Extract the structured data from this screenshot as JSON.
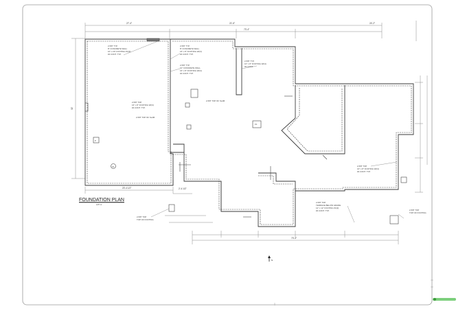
{
  "drawing": {
    "title": "FOUNDATION PLAN",
    "scale": "1/8\"=1'",
    "dims": {
      "top_overall": "73'-4\"",
      "top_left": "27'-4\"",
      "top_mid": "21'-6\"",
      "top_right": "24'-2\"",
      "left_height": "32'",
      "bottom_left": "20'-4 1/2\"",
      "bottom_mid": "2'-4 1/2\"",
      "bottom_overall": "73'-4\""
    },
    "notes": {
      "n1": "2-5/8\" TYP.",
      "n1b": "8\" CONCRETE WALL",
      "n1c": "10\" x 20\" FOOTING W/(3)",
      "n1d": "#4 CONT. TYP.",
      "n2": "2-5/8\" TYP.",
      "n2b": "8\" CONCRETE WALL",
      "n2c": "16\" x 8\" FOOTING W/(3)",
      "n2d": "#4 CONT. TYP.",
      "n3": "2-5/8\" TYP.",
      "n3b": "10\" CONCRETE WALL",
      "n3c": "16\" x 8\" FOOTING W/(3)",
      "n3d": "#4 CONT. TYP.",
      "n4": "2-5/8\" TYP.",
      "n4b": "10\" x 8\" FOOTING W/(3)",
      "n4c": "#4 CONT.",
      "n5": "2-5/8\" TOP",
      "n5b": "16\" x 8\" FOOTING W/(3)",
      "n5c": "#4 CONT. TYP.",
      "n6": "2-5/8\" TOP OF SLAB",
      "n7": "2-5/8\" TOP OF SLAB",
      "n8": "2-5/8\" TOP",
      "n8b": "16\" x 8\" FOOTING W/(3)",
      "n8c": "#4 CONT. TYP.",
      "n9": "2-5/8\" TOP",
      "n9b": "TERRACE BELOW GRADE",
      "n9c": "12\" x 12\" FOOTING W/(3)",
      "n9d": "#4 CONT. TYP.",
      "n10": "2-5/8\" TOP",
      "n10b": "TOP OF FOOTING",
      "n11": "2-5/8\" TOP",
      "n11b": "TOP OF FOOTING",
      "tag1": "P",
      "tag2": "F1",
      "tag3": "S1",
      "north": "N"
    }
  },
  "colors": {
    "line": "#6a6a6a",
    "dark": "#2a2a2a",
    "accent": "#6ec86e"
  }
}
